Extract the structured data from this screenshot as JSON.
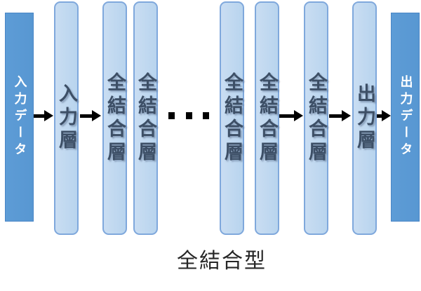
{
  "diagram": {
    "caption": "全結合型",
    "ellipsis": "・・・",
    "input_data_label": "入力データ",
    "output_data_label": "出力データ",
    "layers": [
      {
        "id": "input-layer",
        "label": "入力層"
      },
      {
        "id": "fc-layer-1",
        "label": "全結合層"
      },
      {
        "id": "fc-layer-2",
        "label": "全結合層"
      },
      {
        "id": "fc-layer-3",
        "label": "全結合層"
      },
      {
        "id": "fc-layer-4",
        "label": "全結合層"
      },
      {
        "id": "fc-layer-5",
        "label": "全結合層"
      },
      {
        "id": "output-layer",
        "label": "出力層"
      }
    ],
    "arrow_count": 5,
    "colors": {
      "data_bar_fill": "#5B9BD5",
      "data_bar_border": "#4A86C6",
      "layer_bar_fill": "#BDD7EE",
      "layer_bar_border": "#7FA8DC",
      "layer_text": "#3D4F66",
      "data_text": "#FFFFFF",
      "arrow": "#000000",
      "caption_text": "#262626"
    }
  }
}
